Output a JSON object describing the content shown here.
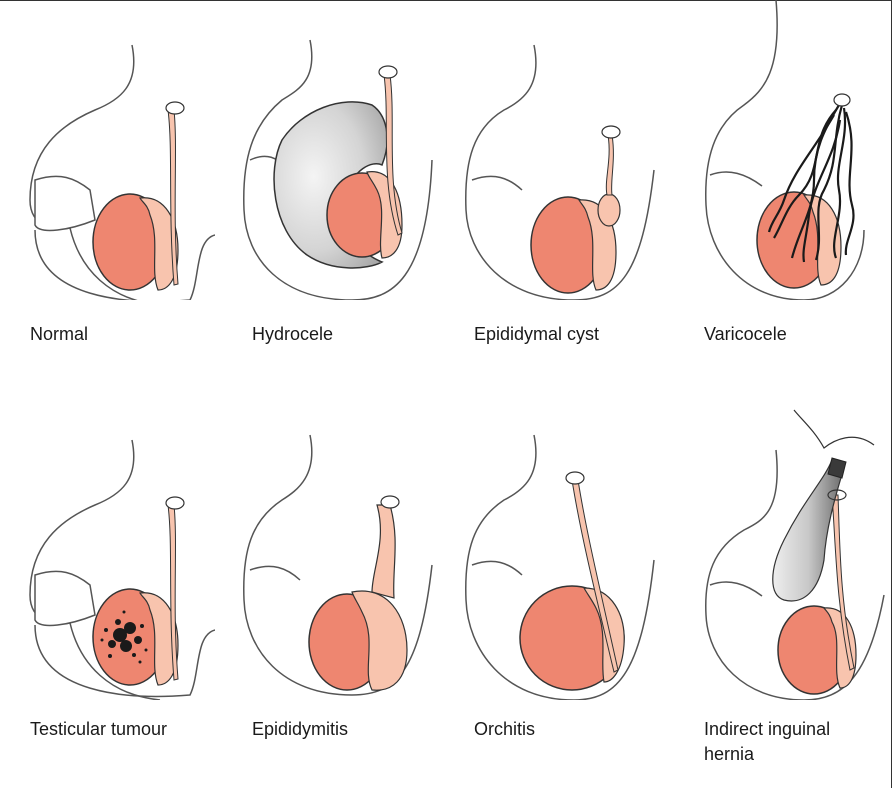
{
  "colors": {
    "testis": "#ee8670",
    "epididymis": "#f8c4ae",
    "outline": "#555555",
    "fluid_dark": "#b5b5b5",
    "fluid_light": "#f0f0f0",
    "lesion": "#1a1a1a"
  },
  "panels": [
    {
      "caption": "Normal"
    },
    {
      "caption": "Hydrocele"
    },
    {
      "caption": "Epididymal cyst"
    },
    {
      "caption": "Varicocele"
    },
    {
      "caption": "Testicular tumour"
    },
    {
      "caption": "Epididymitis"
    },
    {
      "caption": "Orchitis"
    },
    {
      "caption_line1": "Indirect inguinal",
      "caption_line2": "hernia"
    }
  ]
}
